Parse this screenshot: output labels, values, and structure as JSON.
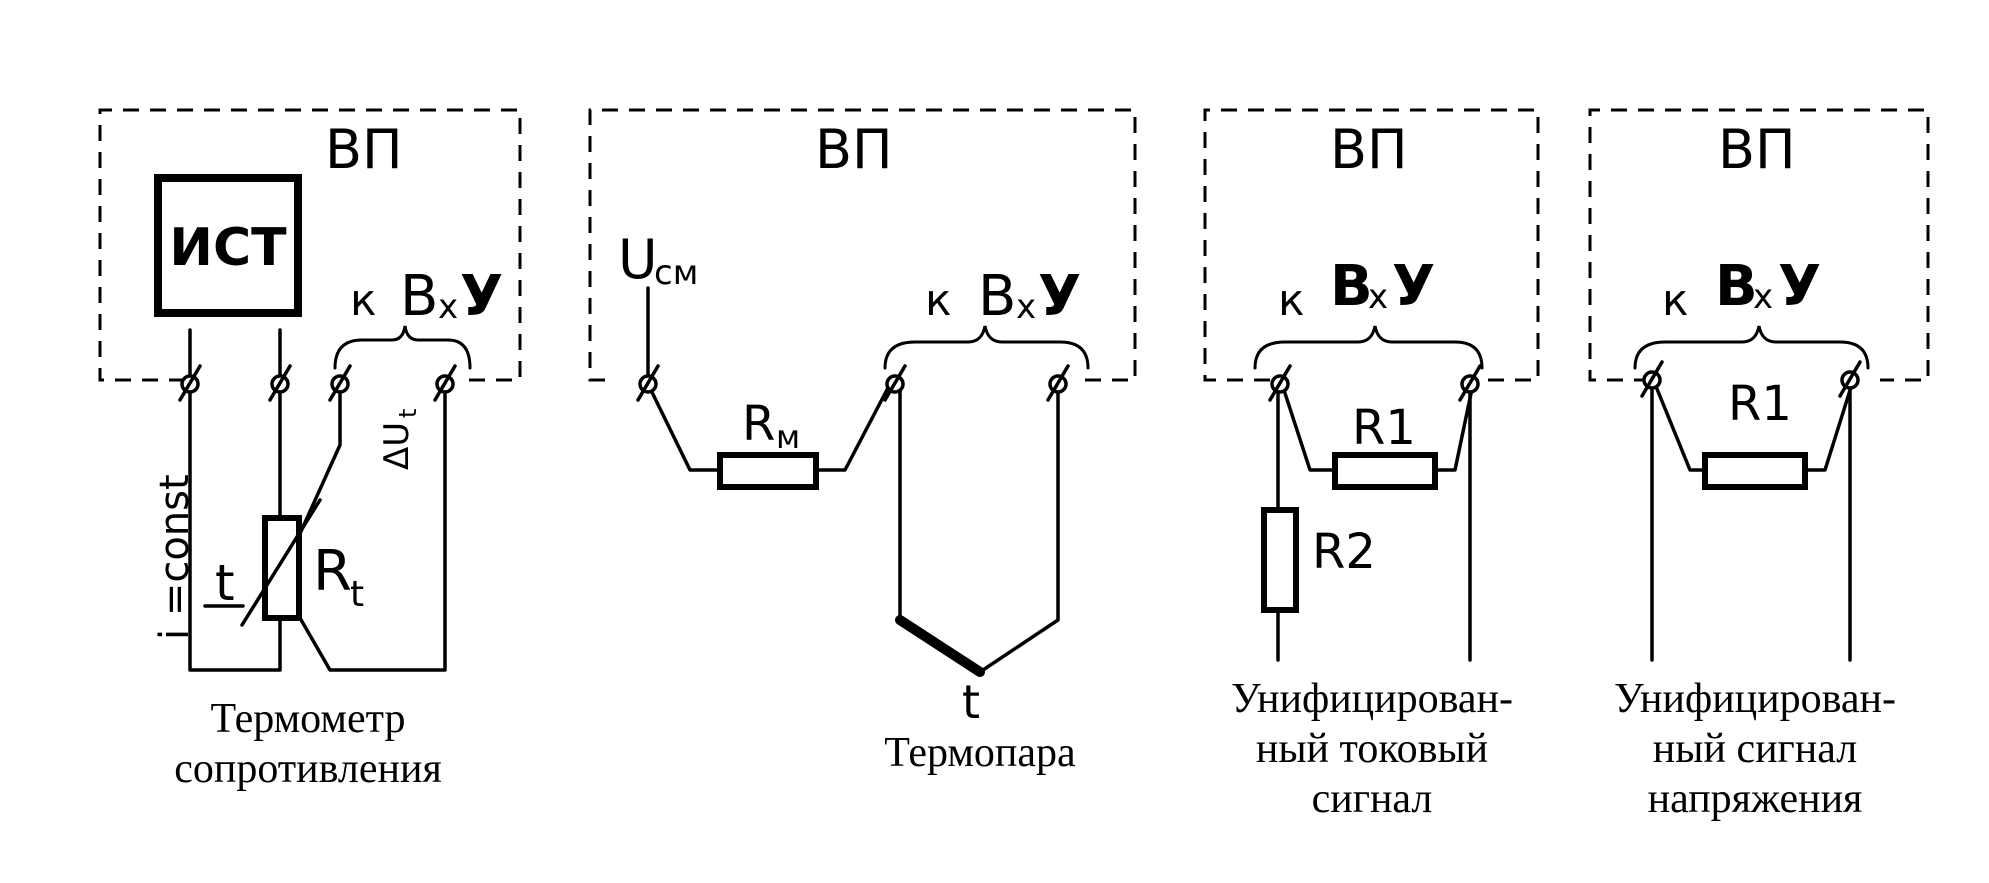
{
  "panels": [
    {
      "block_label": "ВП",
      "source_label": "ИСТ",
      "input_label": {
        "k": "к",
        "bx": "В",
        "sub": "х",
        "y": "У"
      },
      "current_label": "i =const",
      "delta_label": "ΔU",
      "delta_sub": "t",
      "temp_label": "t",
      "resistor_label": "R",
      "resistor_sub": "t",
      "caption": [
        "Термометр",
        "сопротивления"
      ]
    },
    {
      "block_label": "ВП",
      "bias_label": "U",
      "bias_sub": "см",
      "input_label": {
        "k": "к",
        "bx": "В",
        "sub": "х",
        "y": "У"
      },
      "resistor_label": "R",
      "resistor_sub": "м",
      "temp_label": "t",
      "caption": [
        "Термопара"
      ]
    },
    {
      "block_label": "ВП",
      "input_label": {
        "k": "к",
        "bx": "В",
        "sub": "х",
        "y": "У"
      },
      "r1_label": "R1",
      "r2_label": "R2",
      "caption": [
        "Унифицирован-",
        "ный токовый",
        "сигнал"
      ]
    },
    {
      "block_label": "ВП",
      "input_label": {
        "k": "к",
        "bx": "В",
        "sub": "х",
        "y": "У"
      },
      "r1_label": "R1",
      "caption": [
        "Унифицирован-",
        "ный   сигнал",
        "напряжения"
      ]
    }
  ]
}
